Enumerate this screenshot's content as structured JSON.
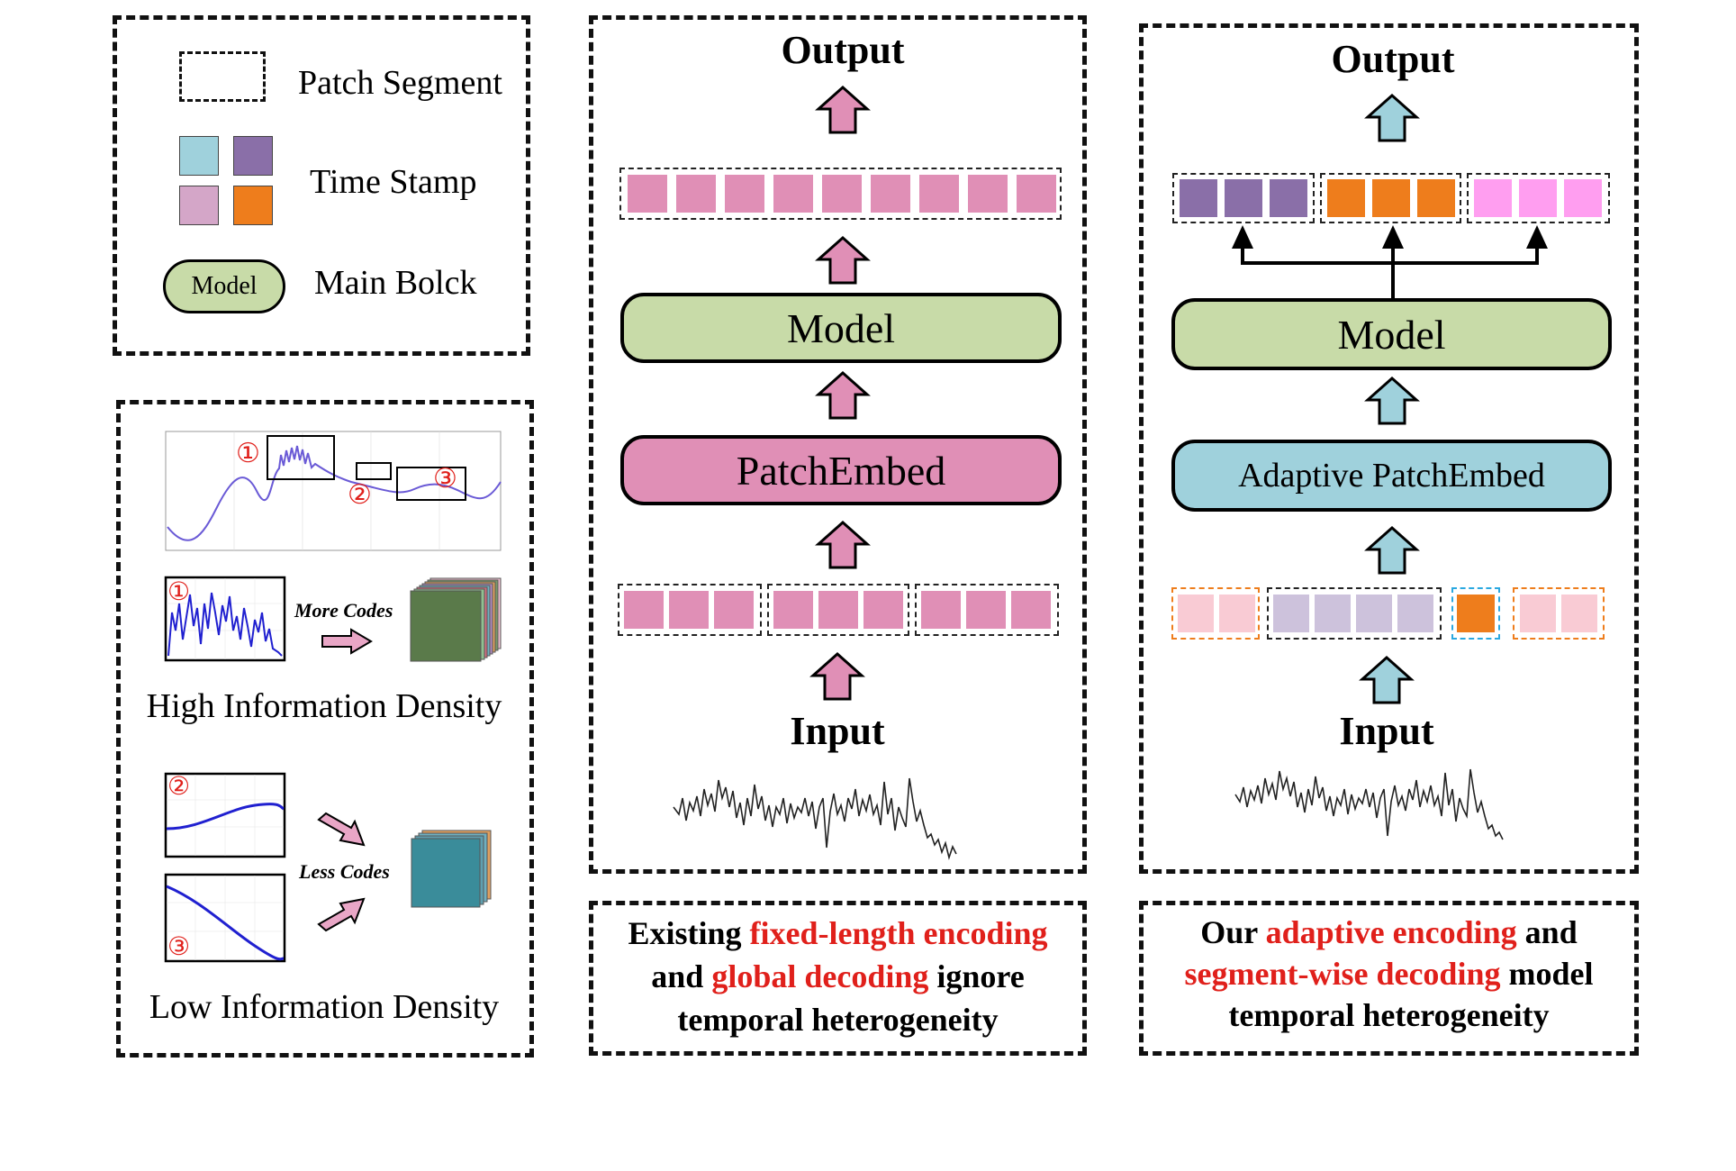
{
  "legend": {
    "patch_segment": "Patch Segment",
    "time_stamp": "Time Stamp",
    "model_label": "Model",
    "main_block": "Main Bolck"
  },
  "density": {
    "markers": [
      "①",
      "②",
      "③"
    ],
    "more_codes": "More Codes",
    "less_codes": "Less Codes",
    "high": "High Information Density",
    "low": "Low Information Density"
  },
  "existing": {
    "output": "Output",
    "model": "Model",
    "embed": "PatchEmbed",
    "input": "Input",
    "caption": {
      "p1": "Existing ",
      "r1": "fixed-length encoding",
      "p2": "and ",
      "r2": "global decoding",
      "p3": " ignore",
      "p4": "temporal heterogeneity"
    }
  },
  "ours": {
    "output": "Output",
    "model": "Model",
    "embed": "Adaptive PatchEmbed",
    "input": "Input",
    "caption": {
      "p1": "Our ",
      "r1": "adaptive encoding",
      "p2": " and",
      "r2": "segment-wise decoding",
      "p3": " model",
      "p4": "temporal heterogeneity"
    }
  },
  "colors": {
    "pink": "#e08fb6",
    "purple": "#8a6fa8",
    "orange": "#ee7d1c",
    "cyan": "#9fd1dc",
    "green": "#c8dba8",
    "magenta": "#ff9ef0",
    "red": "#e0201b"
  }
}
